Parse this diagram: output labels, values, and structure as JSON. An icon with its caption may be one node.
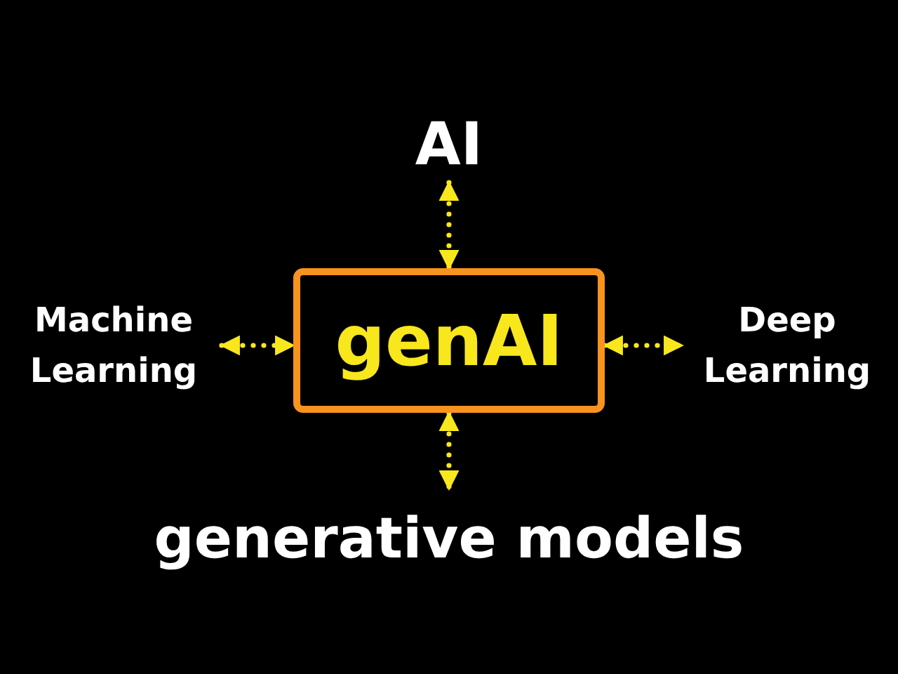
{
  "diagram": {
    "nodes": [
      {
        "text": [
          "AI"
        ]
      },
      {
        "text": [
          "Machine Learning"
        ]
      },
      {
        "text": [
          "genAI"
        ]
      },
      {
        "text": [
          "Deep Learning"
        ]
      },
      {
        "text": [
          "generative models"
        ]
      }
    ],
    "edges": [
      {
        "from": 0,
        "to": 2,
        "arrow": "both"
      },
      {
        "from": 1,
        "to": 2,
        "arrow": "both"
      },
      {
        "from": 2,
        "to": 3,
        "arrow": "both"
      },
      {
        "from": 2,
        "to": 4,
        "arrow": "both"
      }
    ]
  }
}
